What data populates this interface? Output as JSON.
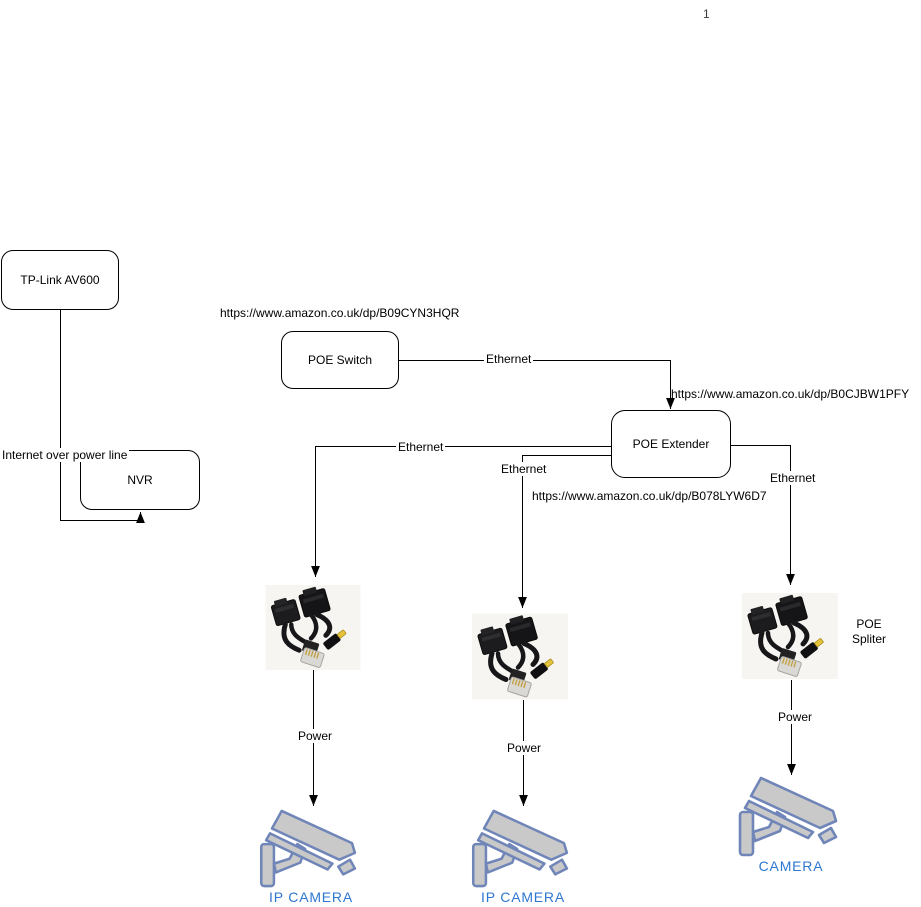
{
  "page": {
    "number": "1"
  },
  "nodes": {
    "tplink": {
      "label": "TP-Link AV600"
    },
    "nvr": {
      "label": "NVR"
    },
    "poe_switch": {
      "label": "POE Switch",
      "url": "https://www.amazon.co.uk/dp/B09CYN3HQR"
    },
    "poe_extender": {
      "label": "POE Extender",
      "url": "https://www.amazon.co.uk/dp/B0CJBW1PFY"
    },
    "poe_splitter": {
      "label_line1": "POE",
      "label_line2": "Spliter",
      "url": "https://www.amazon.co.uk/dp/B078LYW6D7"
    }
  },
  "edge_labels": {
    "internet_over_power_line": "Internet over power line",
    "ethernet": "Ethernet",
    "power": "Power"
  },
  "cameras": [
    {
      "label": "IP CAMERA"
    },
    {
      "label": "IP CAMERA"
    },
    {
      "label": "CAMERA"
    }
  ],
  "colors": {
    "line": "#000000",
    "camera_label": "#2e77d0",
    "camera_outline": "#7085b8",
    "camera_fill": "#c9c9c9",
    "splitter_photo_bg": "#f7f5f1",
    "dc_tip_yellow": "#e4c33c"
  }
}
